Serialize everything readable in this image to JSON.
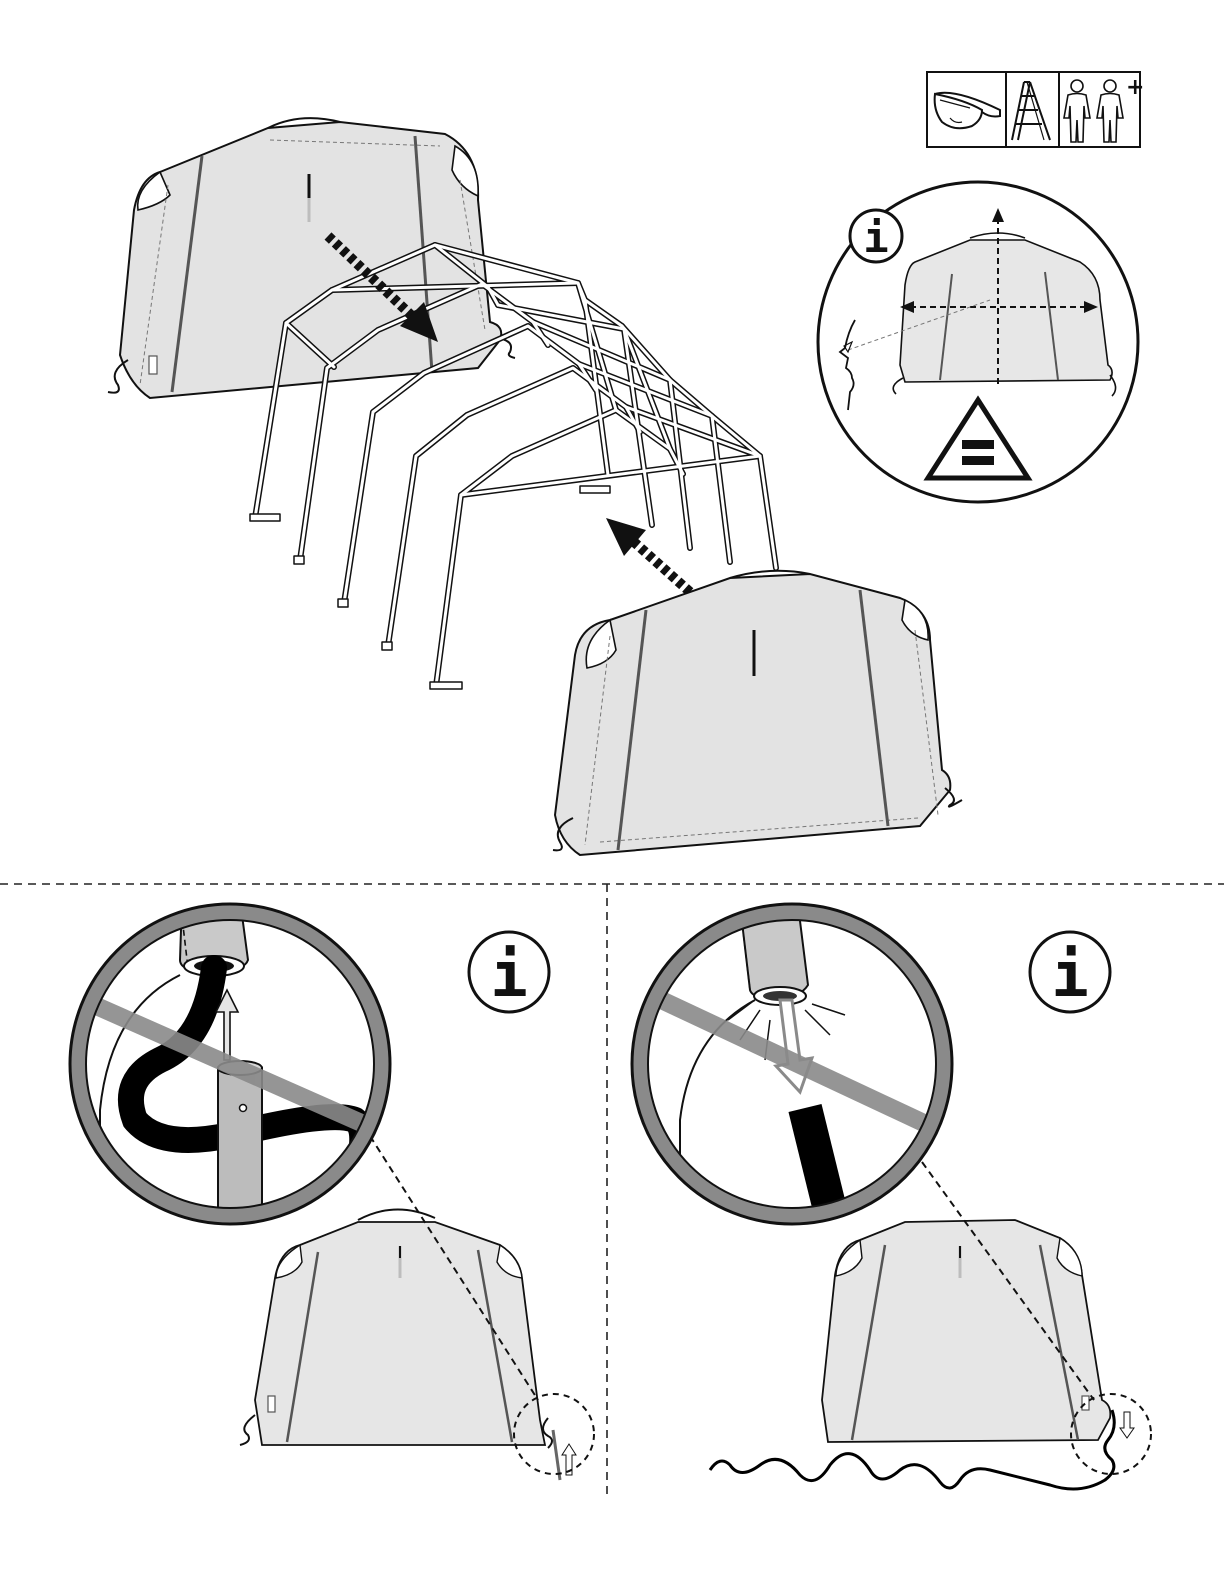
{
  "page": {
    "background": "#ffffff"
  },
  "colors": {
    "line": "#111111",
    "tarp_fill": "#e3e3e3",
    "tarp_fill_light": "#eeeeee",
    "seam": "#555555",
    "frame": "#ffffff",
    "prohibit_gray": "#8a8a8a",
    "pole_gray": "#b5b5b5",
    "black_cord": "#000000"
  },
  "requirements": {
    "icons": [
      "safety-glasses-icon",
      "ladder-icon",
      "two-person-icon"
    ],
    "plus_symbol": "+"
  },
  "info_badges": {
    "symbol": "i"
  },
  "callouts": {
    "measure_note": "equal-distance-symbol",
    "left_detail": "do-not-insert-cord-into-pole",
    "right_detail": "do-not-pull-cord-out-of-pole"
  }
}
